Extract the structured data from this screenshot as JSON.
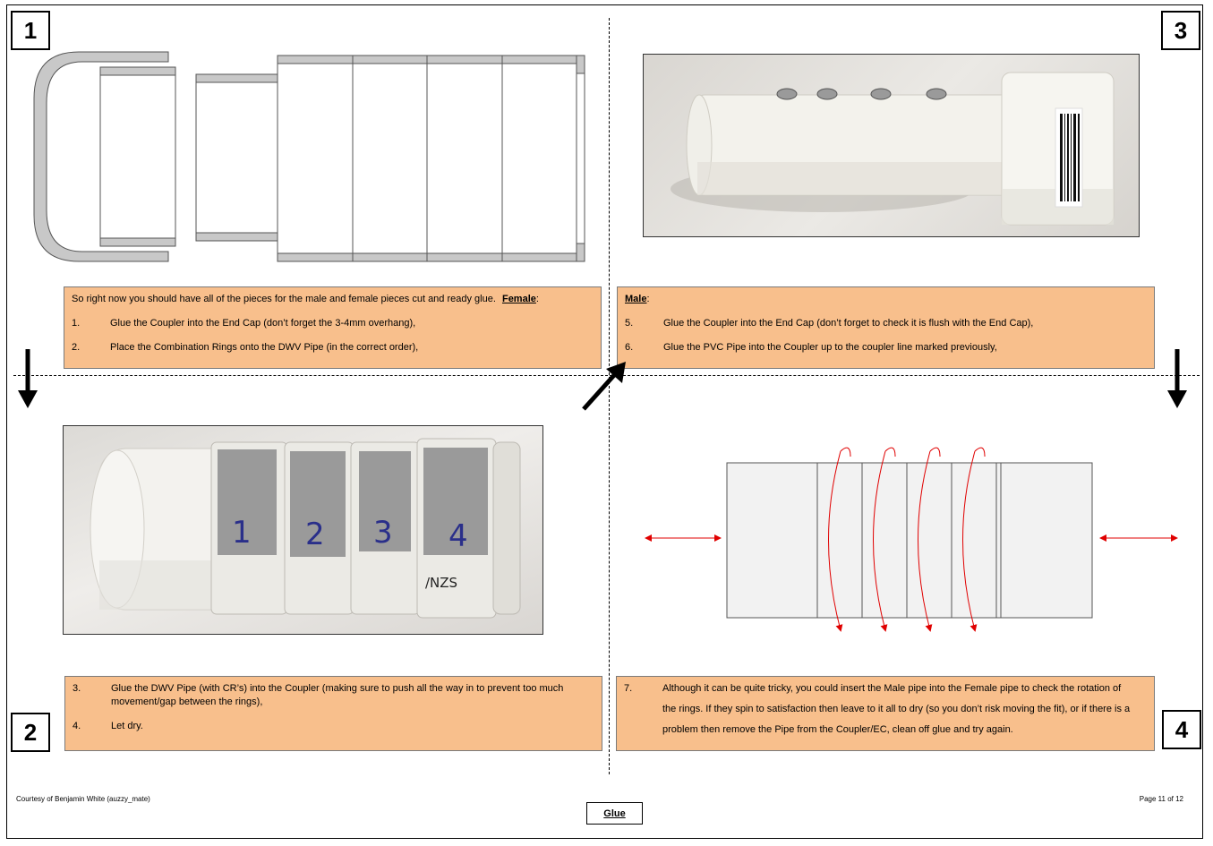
{
  "quadrants": [
    "1",
    "2",
    "3",
    "4"
  ],
  "box_female": {
    "intro": "So right now you should have all of the pieces for the male and female pieces cut and ready glue.",
    "heading": "Female",
    "heading_suffix": ":",
    "steps": [
      {
        "num": "1.",
        "text": "Glue the Coupler into the End Cap (don’t forget the 3-4mm overhang),"
      },
      {
        "num": "2.",
        "text": "Place the Combination Rings onto the DWV Pipe (in the correct order),"
      }
    ]
  },
  "box_male": {
    "heading": "Male",
    "heading_suffix": ":",
    "steps": [
      {
        "num": "5.",
        "text": "Glue the Coupler into the End Cap (don’t forget to check it is flush with the End Cap),"
      },
      {
        "num": "6.",
        "text": "Glue the PVC Pipe into the Coupler up to the coupler line marked previously,"
      }
    ]
  },
  "box_glue": {
    "steps": [
      {
        "num": "3.",
        "text": "Glue the DWV Pipe (with CR’s) into the Coupler (making sure to push all the way in to prevent too much movement/gap between the rings),"
      },
      {
        "num": "4.",
        "text": "Let dry."
      }
    ]
  },
  "box_test": {
    "steps": [
      {
        "num": "7.",
        "text": "Although it can be quite tricky, you could insert the Male pipe into the Female pipe to check the rotation of the rings.  If they spin to satisfaction then leave to it all to dry (so you don’t risk moving the fit), or if there is a problem then remove the Pipe from the Coupler/EC, clean off glue and try again."
      }
    ]
  },
  "photo_rings": {
    "ring_labels": [
      "1",
      "2",
      "3",
      "4"
    ],
    "stamp_text": "/NZS"
  },
  "footer": {
    "credit": "Courtesy of Benjamin White (auzzy_mate)",
    "page": "Page 11 of 12",
    "tab": "Glue"
  },
  "colors": {
    "box_fill": "#f8bf8c",
    "pipe_wall": "#c8c8c8",
    "arrow_red": "#e00000"
  }
}
